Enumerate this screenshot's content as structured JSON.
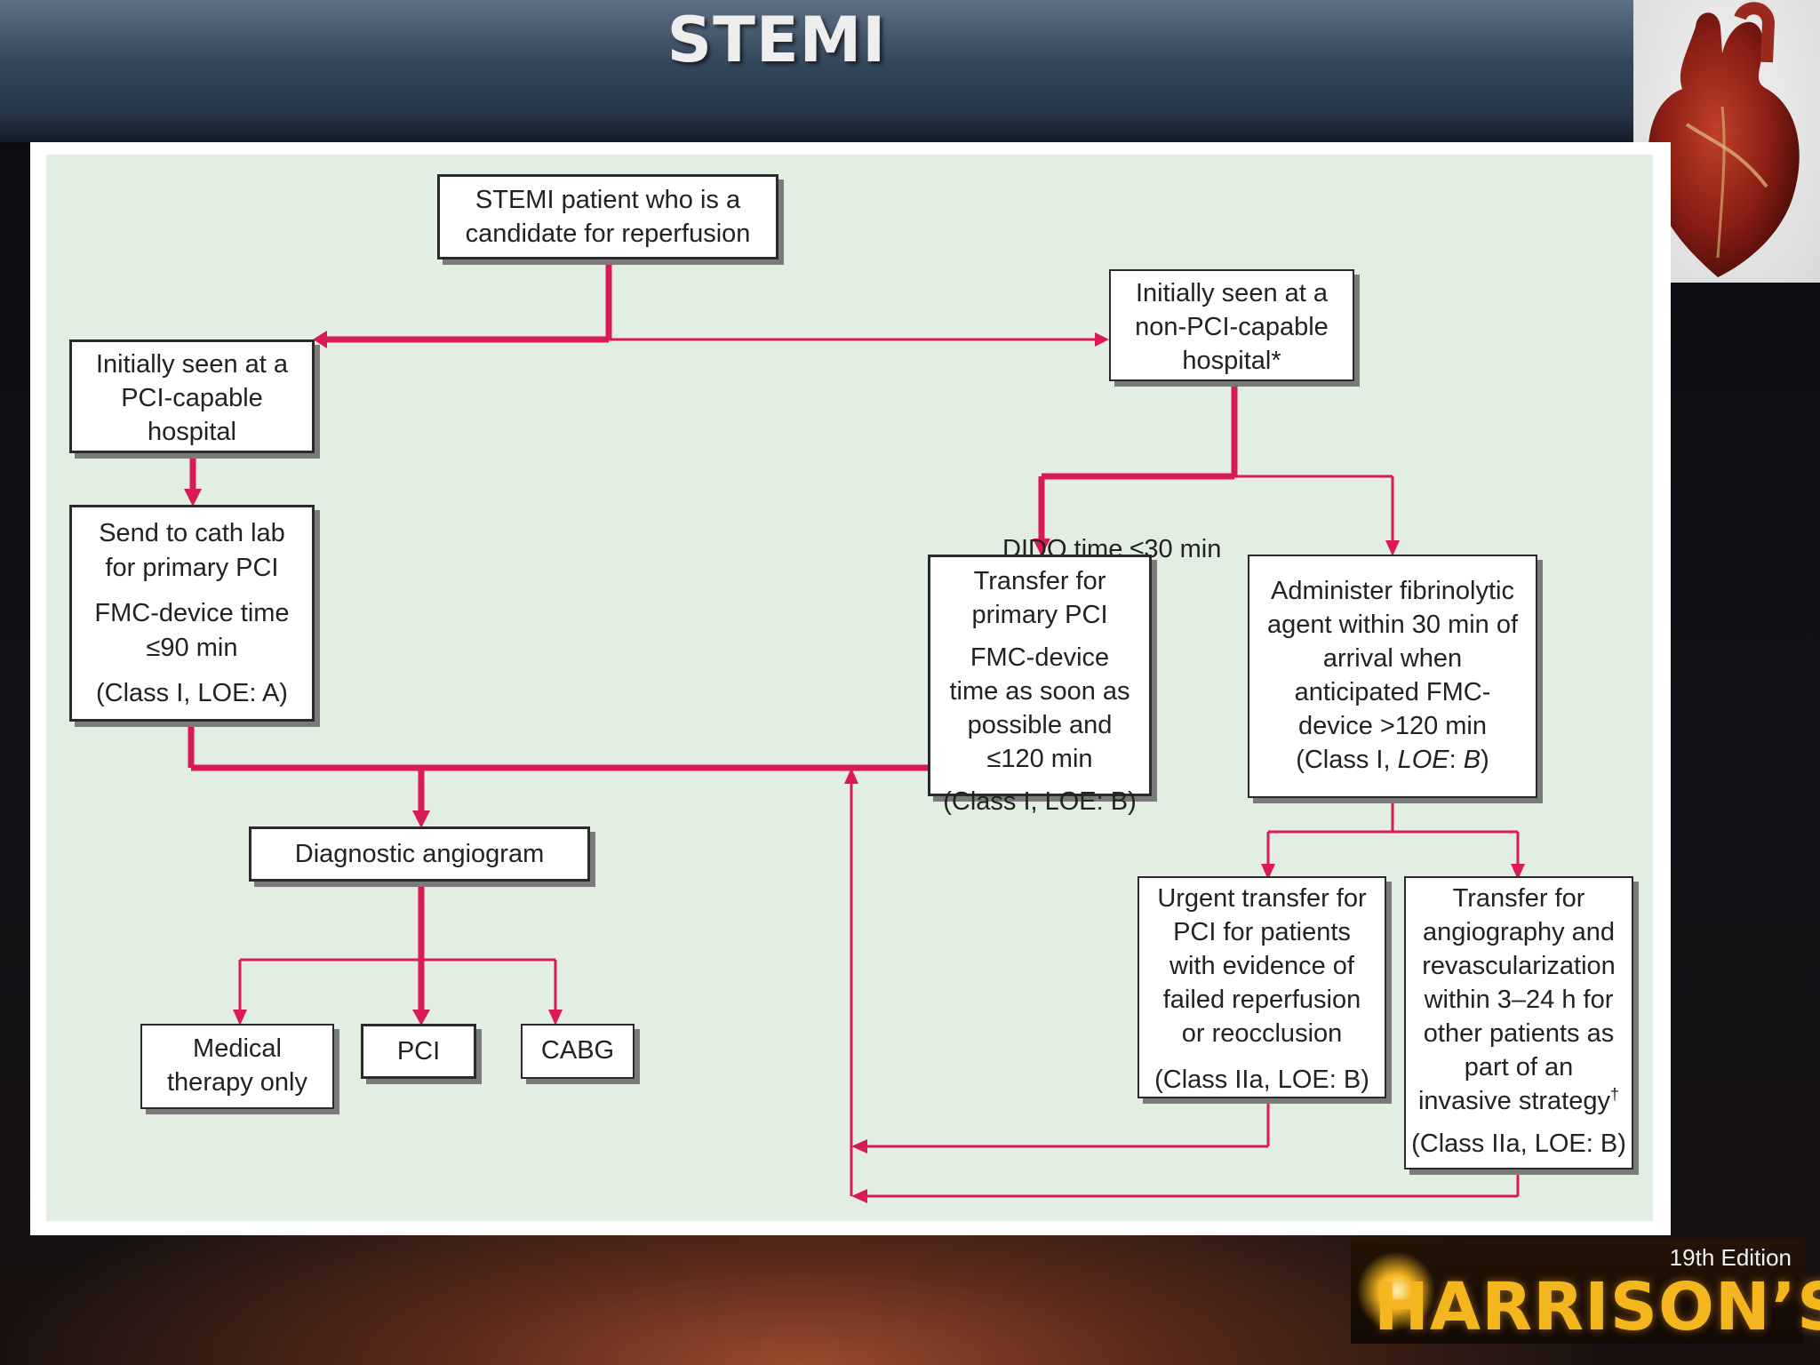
{
  "slide": {
    "title": "STEMI"
  },
  "flowchart": {
    "start": {
      "lines": [
        "STEMI patient who is a",
        "candidate for reperfusion"
      ]
    },
    "pci_capable_hospital": {
      "lines": [
        "Initially seen at a",
        "PCI-capable",
        "hospital"
      ]
    },
    "non_pci_capable_hospital": {
      "lines": [
        "Initially seen at a",
        "non-PCI-capable",
        "hospital*"
      ]
    },
    "dido_label": "DIDO time ≤30 min",
    "primary_pci": {
      "lines_a": [
        "Send to cath lab",
        "for primary PCI"
      ],
      "lines_b": [
        "FMC-device time",
        "≤90 min"
      ],
      "class": "(Class I, LOE: A)"
    },
    "transfer_primary_pci": {
      "lines_a": [
        "Transfer for",
        "primary PCI"
      ],
      "lines_b": [
        "FMC-device",
        "time as soon as",
        "possible and",
        "≤120 min"
      ],
      "class": "(Class I, LOE: B)"
    },
    "fibrinolytic": {
      "lines": [
        "Administer fibrinolytic",
        "agent within 30 min of",
        "arrival when",
        "anticipated FMC-",
        "device >120 min"
      ],
      "class_prefix": "(Class I, ",
      "class_italic": "LOE",
      "class_mid": ": ",
      "class_italic2": "B",
      "class_suffix": ")"
    },
    "diagnostic_angiogram": "Diagnostic angiogram",
    "outcomes": {
      "medical_therapy": [
        "Medical",
        "therapy only"
      ],
      "pci": "PCI",
      "cabg": "CABG"
    },
    "urgent_transfer": {
      "lines": [
        "Urgent transfer for",
        "PCI for patients",
        "with evidence of",
        "failed reperfusion",
        "or reocclusion"
      ],
      "class": "(Class IIa, LOE: B)"
    },
    "transfer_angiography": {
      "lines": [
        "Transfer for",
        "angiography and",
        "revascularization",
        "within 3–24 h for",
        "other patients as",
        "part of an"
      ],
      "last_line": "invasive strategy",
      "dagger": "†",
      "class": "(Class IIa, LOE: B)"
    },
    "arrow_color": "#d81b56"
  },
  "logo": {
    "edition": "19th Edition",
    "name": "HARRISON’S"
  }
}
